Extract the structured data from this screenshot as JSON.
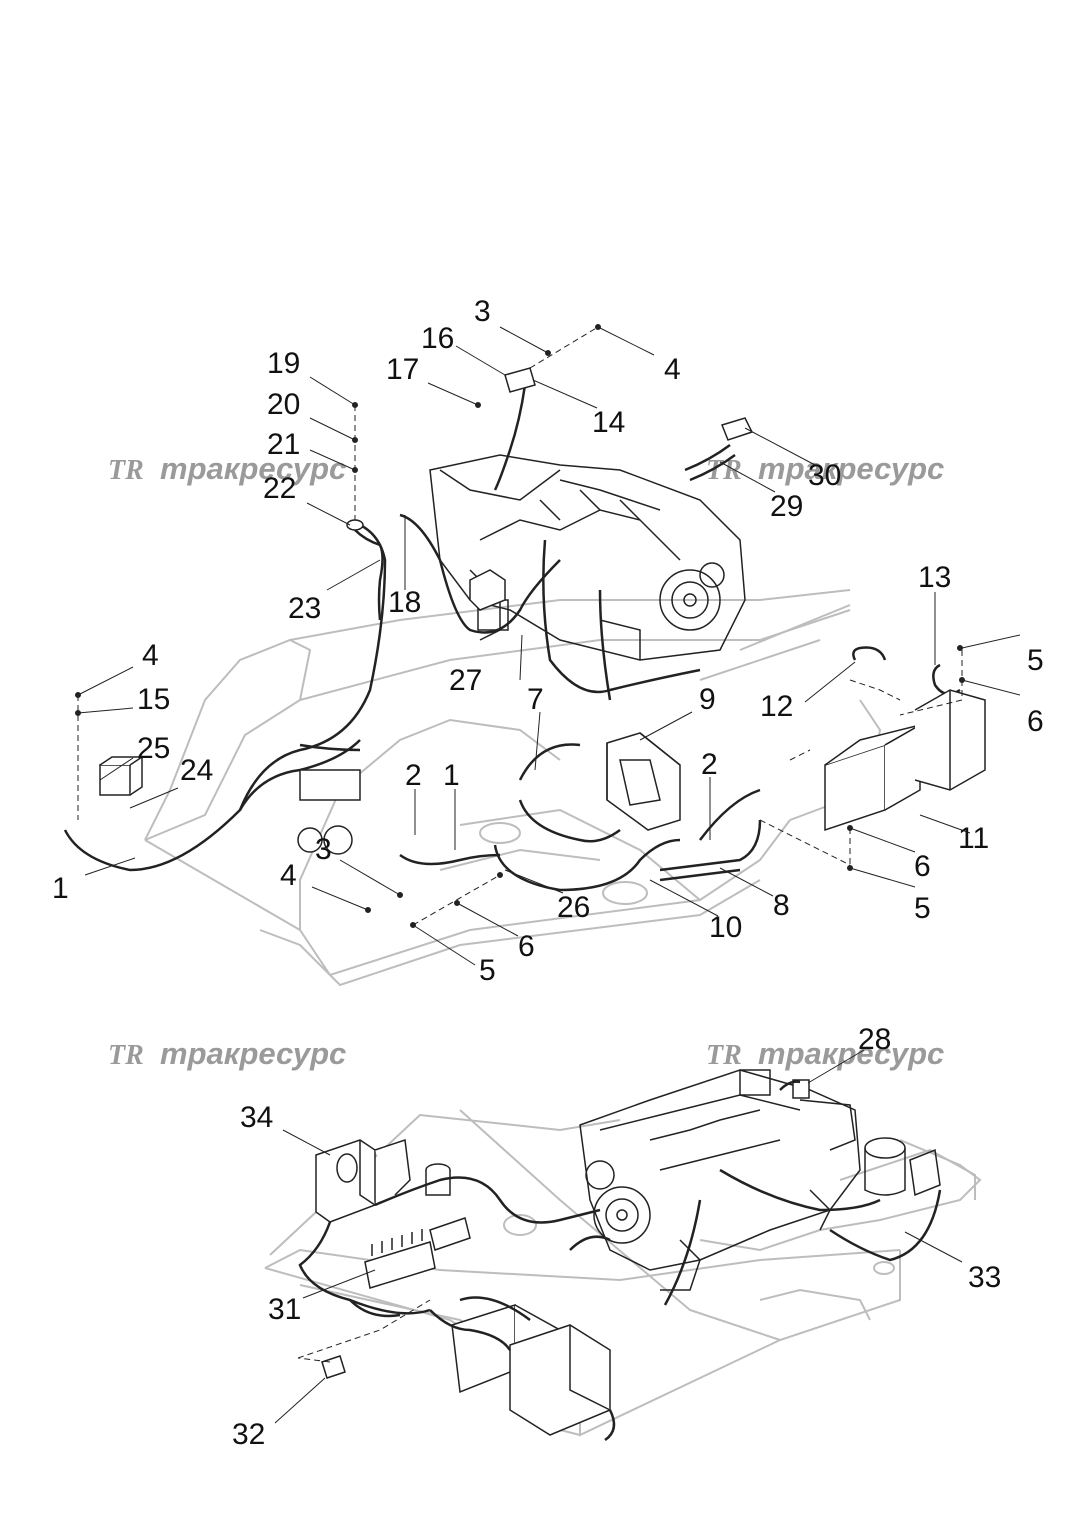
{
  "watermark": {
    "logo": "TR",
    "text": "тракресурс",
    "color": "#9a9a9a"
  },
  "callouts": [
    "1",
    "2",
    "3",
    "4",
    "5",
    "6",
    "7",
    "8",
    "9",
    "10",
    "11",
    "12",
    "13",
    "14",
    "15",
    "16",
    "17",
    "18",
    "19",
    "20",
    "21",
    "22",
    "23",
    "24",
    "25",
    "26",
    "27",
    "28",
    "29",
    "30",
    "31",
    "32",
    "33",
    "34"
  ],
  "colors": {
    "line": "#222222",
    "frame": "#bdbdbd",
    "background": "#ffffff"
  }
}
